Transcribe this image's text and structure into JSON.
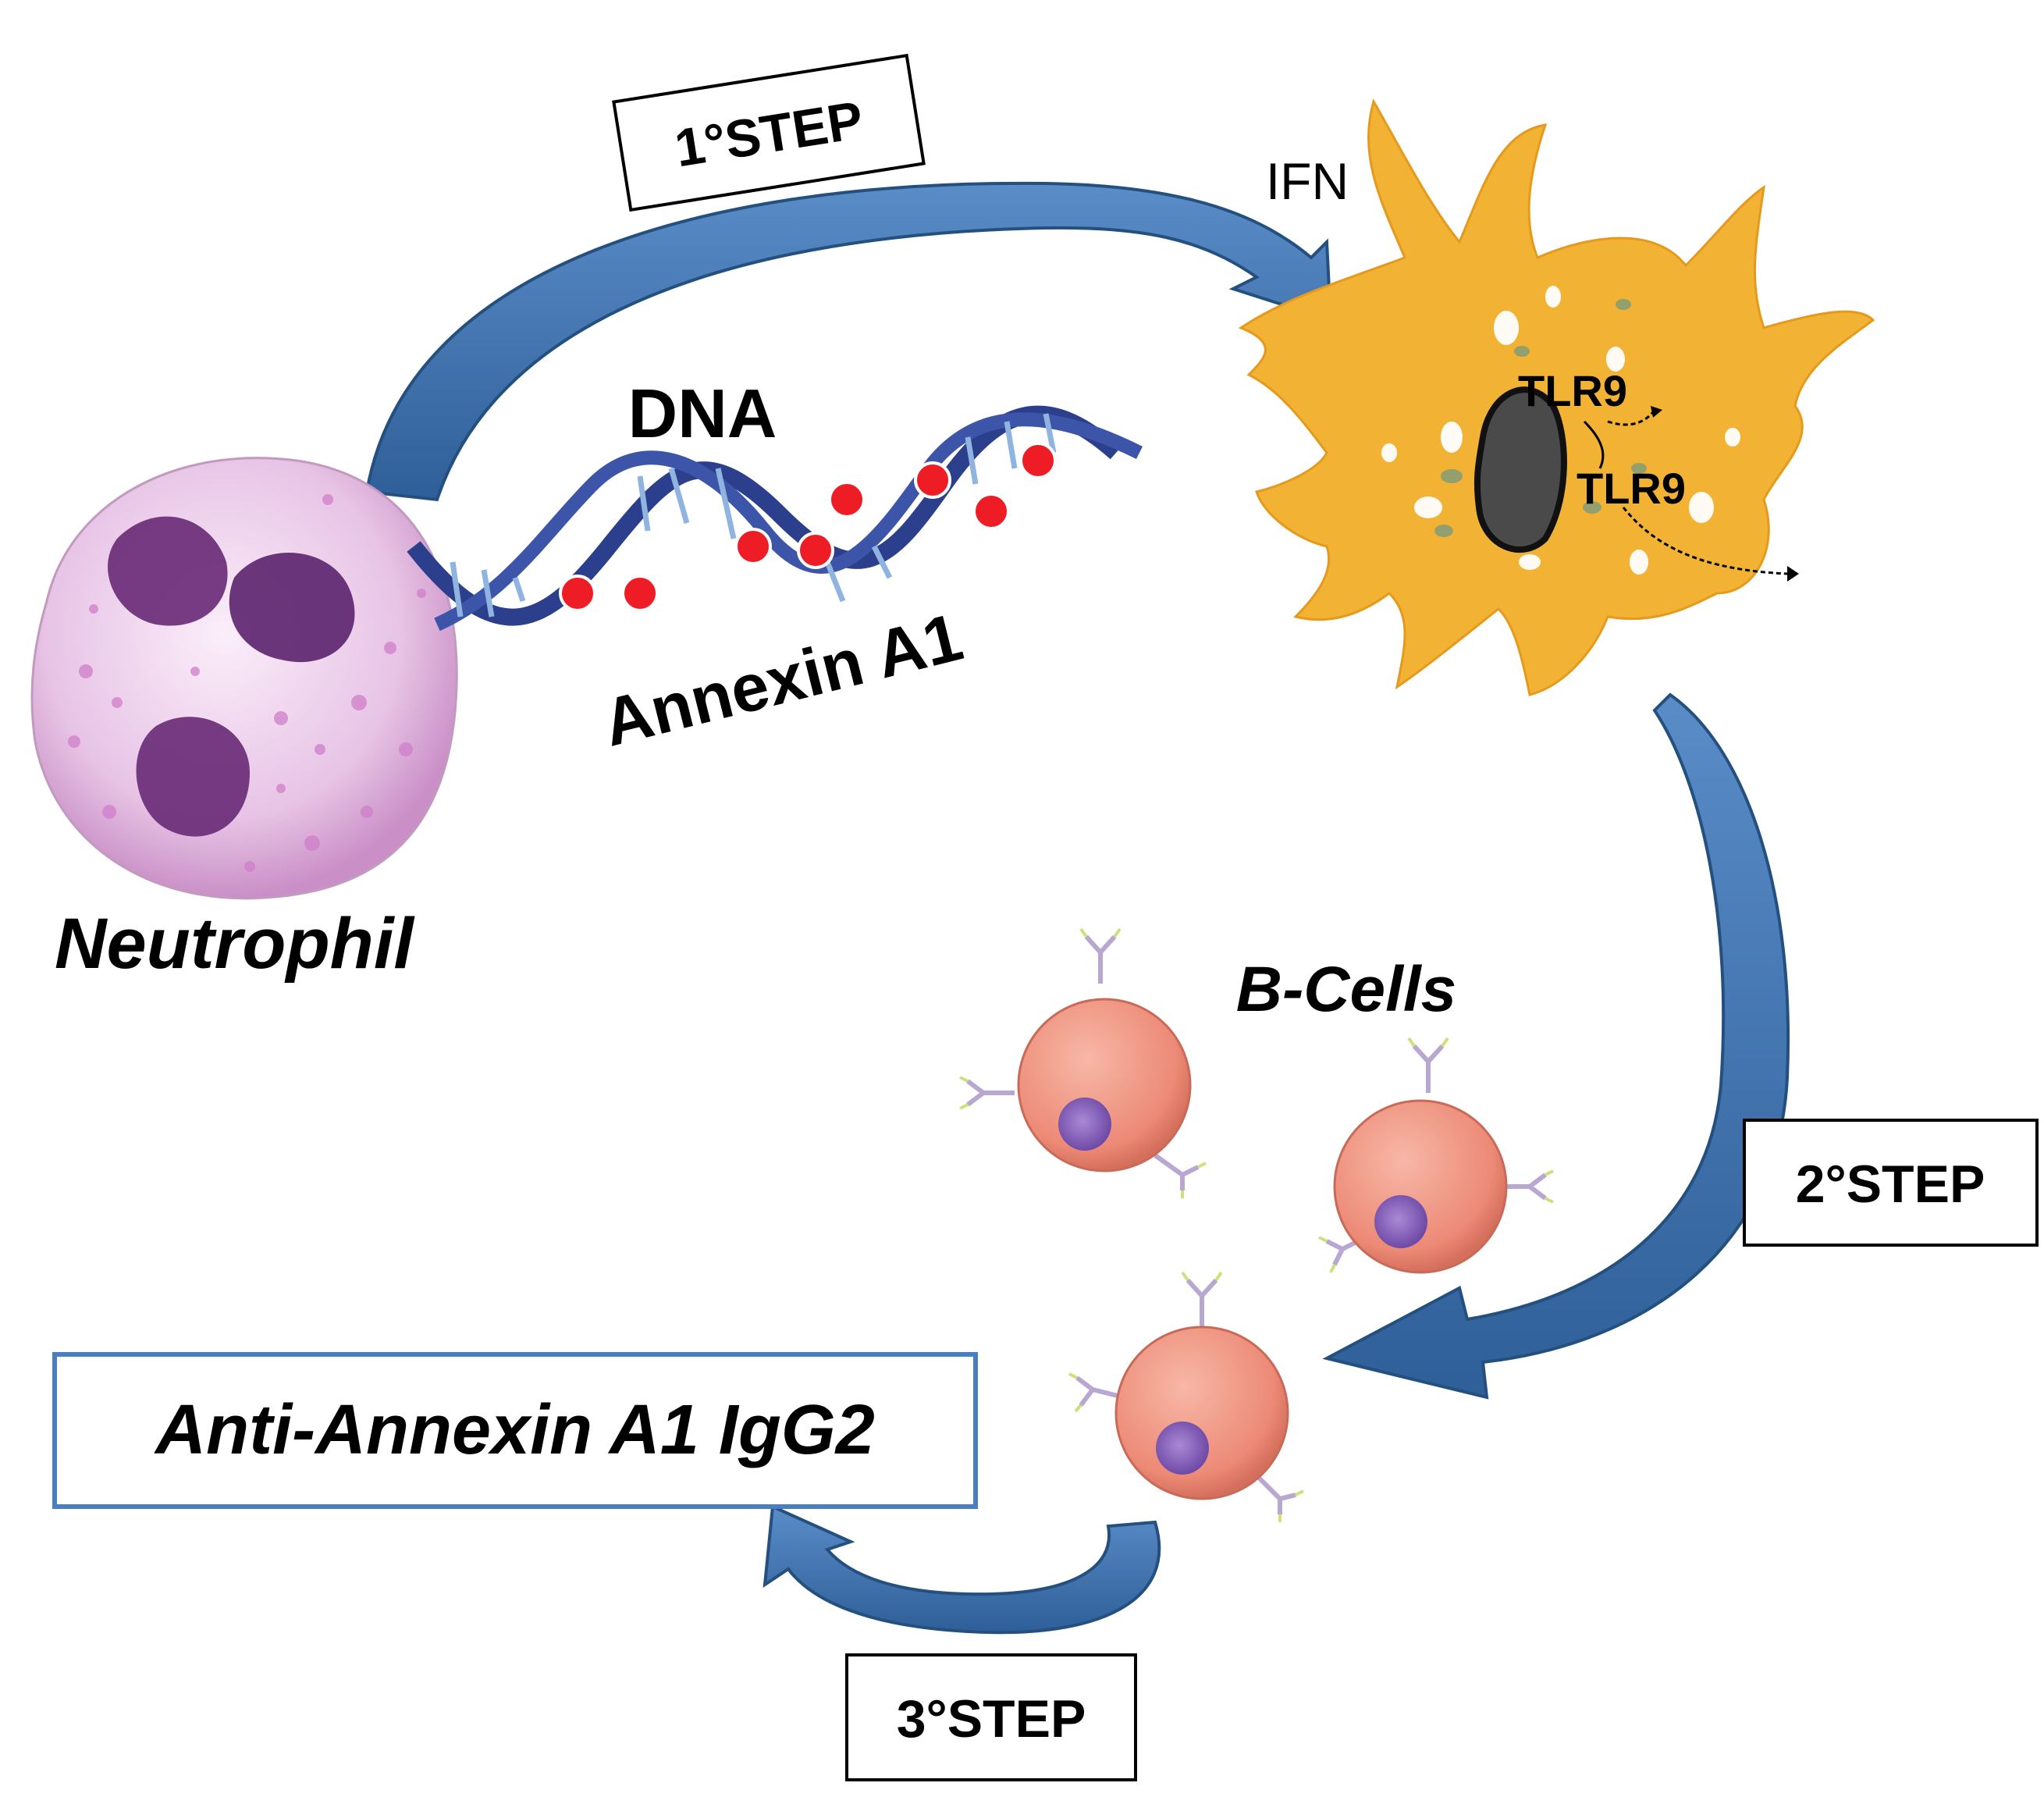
{
  "steps": {
    "step1": "1°STEP",
    "step2": "2°STEP",
    "step3": "3°STEP"
  },
  "labels": {
    "ifn": "IFN",
    "dna": "DNA",
    "annexin": "Annexin A1",
    "neutrophil": "Neutrophil",
    "tlr9_a": "TLR9",
    "tlr9_b": "TLR9",
    "b_cells": "B-Cells",
    "igg2": "Anti-Annexin A1 IgG2"
  },
  "colors": {
    "arrow_blue": "#3a6ea5",
    "dendritic_orange": "#f2b233",
    "neutrophil_pink": "#e9c6e6",
    "neutrophil_nucleus": "#6a2d78",
    "bcell_salmon": "#ee8f7c",
    "bcell_nucleus": "#8b62b8",
    "dna_blue": "#2c3f8c",
    "dot_red": "#ee1c24",
    "box_blue_border": "#4a7ec2"
  }
}
